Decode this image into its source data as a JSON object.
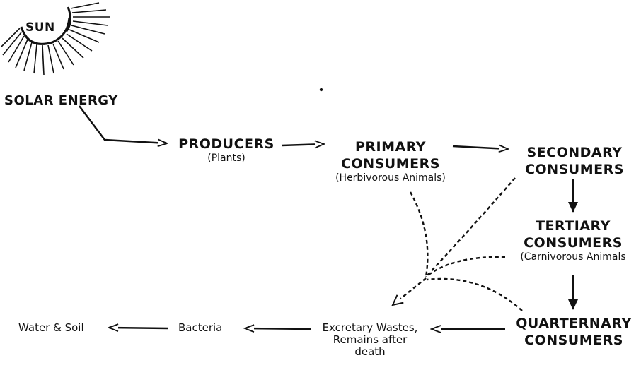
{
  "diagram": {
    "sun_label": "SUN",
    "solar_energy": "SOLAR ENERGY",
    "producers": {
      "title": "PRODUCERS",
      "note": "(Plants)"
    },
    "primary": {
      "line1": "PRIMARY",
      "line2": "CONSUMERS",
      "note": "(Herbivorous Animals)"
    },
    "secondary": {
      "line1": "SECONDARY",
      "line2": "CONSUMERS"
    },
    "tertiary": {
      "line1": "TERTIARY",
      "line2": "CONSUMERS",
      "note": "(Carnivorous Animals"
    },
    "quarternary": {
      "line1": "QUARTERNARY",
      "line2": "CONSUMERS"
    },
    "wastes": {
      "line1": "Excretary Wastes,",
      "line2": "Remains after",
      "line3": "death"
    },
    "bacteria": "Bacteria",
    "water_soil": "Water & Soil"
  }
}
